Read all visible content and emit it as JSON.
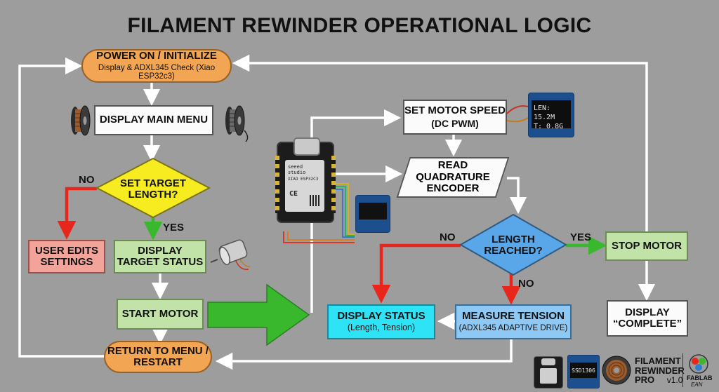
{
  "title": "FILAMENT REWINDER OPERATIONAL LOGIC",
  "nodes": {
    "power_on": {
      "label": "POWER ON / INITIALIZE",
      "sub": "Display & ADXL345 Check (Xiao ESP32c3)"
    },
    "main_menu": {
      "label": "DISPLAY MAIN MENU"
    },
    "set_target": {
      "label": "SET TARGET LENGTH?"
    },
    "user_edits": {
      "label": "USER EDITS SETTINGS"
    },
    "target_status": {
      "label": "DISPLAY TARGET STATUS"
    },
    "start_motor": {
      "label": "START MOTOR"
    },
    "return_menu": {
      "label": "RETURN TO MENU / RESTART"
    },
    "set_speed": {
      "label": "SET MOTOR SPEED",
      "sub": "(DC PWM)"
    },
    "read_encoder": {
      "label": "READ QUADRATURE ENCODER"
    },
    "length_reached": {
      "label": "LENGTH REACHED?"
    },
    "stop_motor": {
      "label": "STOP MOTOR"
    },
    "display_status": {
      "label": "DISPLAY STATUS",
      "sub": "(Length, Tension)"
    },
    "measure_tension": {
      "label": "MEASURE TENSION",
      "sub": "(ADXL345 ADAPTIVE DRIVE)"
    },
    "display_complete": {
      "label": "DISPLAY “COMPLETE”"
    }
  },
  "edge_labels": {
    "no_target": "NO",
    "yes_target": "YES",
    "no_length": "NO",
    "yes_length": "YES",
    "no_length_down": "NO"
  },
  "oled": {
    "line1": "LEN: 15.2M",
    "line2": "T: 0.8G"
  },
  "board": {
    "brand": "seeed studio",
    "model": "XIAO ESP32C3",
    "ce": "CE"
  },
  "footer": {
    "oled_chip": "SSD1306",
    "product_line1": "FILAMENT",
    "product_line2": "REWINDER",
    "product_line3": "PRO",
    "version": "v1.0",
    "lab": "FABLAB",
    "lab_sub": "EAN"
  },
  "colors": {
    "background": "#9d9d9d",
    "arrow_white": "#ffffff",
    "arrow_red": "#e8261c",
    "arrow_green": "#39b82e",
    "decision_yellow": "#f6ec1f",
    "decision_blue": "#59a6e8",
    "pill_orange": "#f2a552"
  },
  "icons": [
    "filament-spool-icon",
    "dc-motor-icon",
    "xiao-board-icon",
    "oled-display-icon",
    "fablab-logo-icon"
  ]
}
